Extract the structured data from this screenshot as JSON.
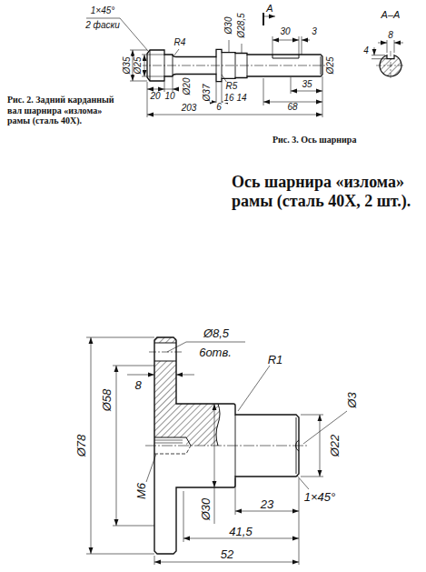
{
  "diagram": {
    "title": "Ось шарнира «излома» рамы (сталь 40Х, 2 шт.).",
    "labels": [
      "1×45°",
      "2 фаски",
      "R4",
      "Ø30",
      "Ø28,5",
      "А",
      "30",
      "3",
      "А–А",
      "8",
      "4",
      "Ø35",
      "Ø25",
      "R5",
      "Ø25",
      "20",
      "10",
      "Ø20",
      "Ø37",
      "6",
      "16",
      "14",
      "35",
      "68",
      "203",
      "Рис. 2. Задний карданный вал шарнира «излома» рамы (сталь 40Х).",
      "Рис. 3. Ось шарнира",
      "Ø8,5",
      "6отв.",
      "R1",
      "Ø3",
      "8",
      "Ø22",
      "Ø78",
      "Ø58",
      "M6",
      "1×45°",
      "Ø30",
      "23",
      "41,5",
      "52"
    ]
  }
}
